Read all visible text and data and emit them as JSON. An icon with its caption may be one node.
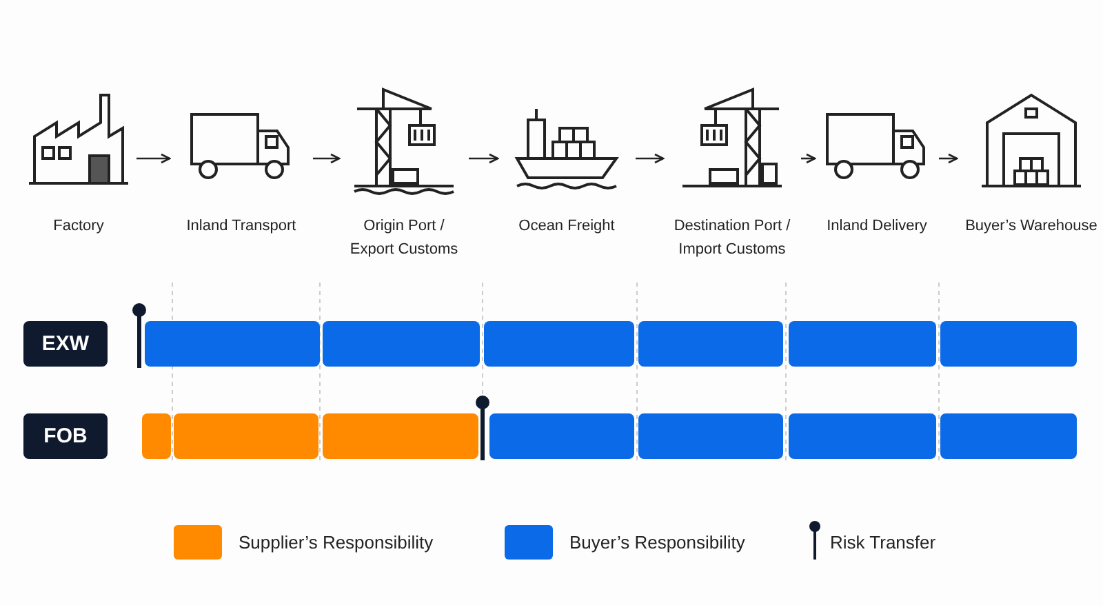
{
  "diagram": {
    "nodes": [
      {
        "text": [
          "Factory"
        ]
      },
      {
        "text": [
          "Inland Transport"
        ]
      },
      {
        "text": [
          "Origin Port / Export Customs"
        ]
      },
      {
        "text": [
          "Ocean Freight"
        ]
      },
      {
        "text": [
          "Destination Port / Import Customs"
        ]
      },
      {
        "text": [
          "Inland Delivery"
        ]
      },
      {
        "text": [
          "Buyer’s Warehouse"
        ]
      },
      {
        "text": [
          "EXW"
        ]
      },
      {
        "text": [
          "FOB"
        ]
      }
    ],
    "edges": [
      {
        "from": 0,
        "to": 1,
        "arrow": "to"
      },
      {
        "from": 1,
        "to": 2,
        "arrow": "to"
      },
      {
        "from": 2,
        "to": 3,
        "arrow": "to"
      },
      {
        "from": 3,
        "to": 4,
        "arrow": "to"
      },
      {
        "from": 4,
        "to": 5,
        "arrow": "to"
      },
      {
        "from": 5,
        "to": 6,
        "arrow": "to"
      }
    ],
    "legend": [
      {
        "text": "Supplier’s Responsibility",
        "color": "#ff8a00"
      },
      {
        "text": "Buyer’s Responsibility",
        "color": "#0a6ae8"
      },
      {
        "text": "Risk Transfer"
      }
    ]
  }
}
